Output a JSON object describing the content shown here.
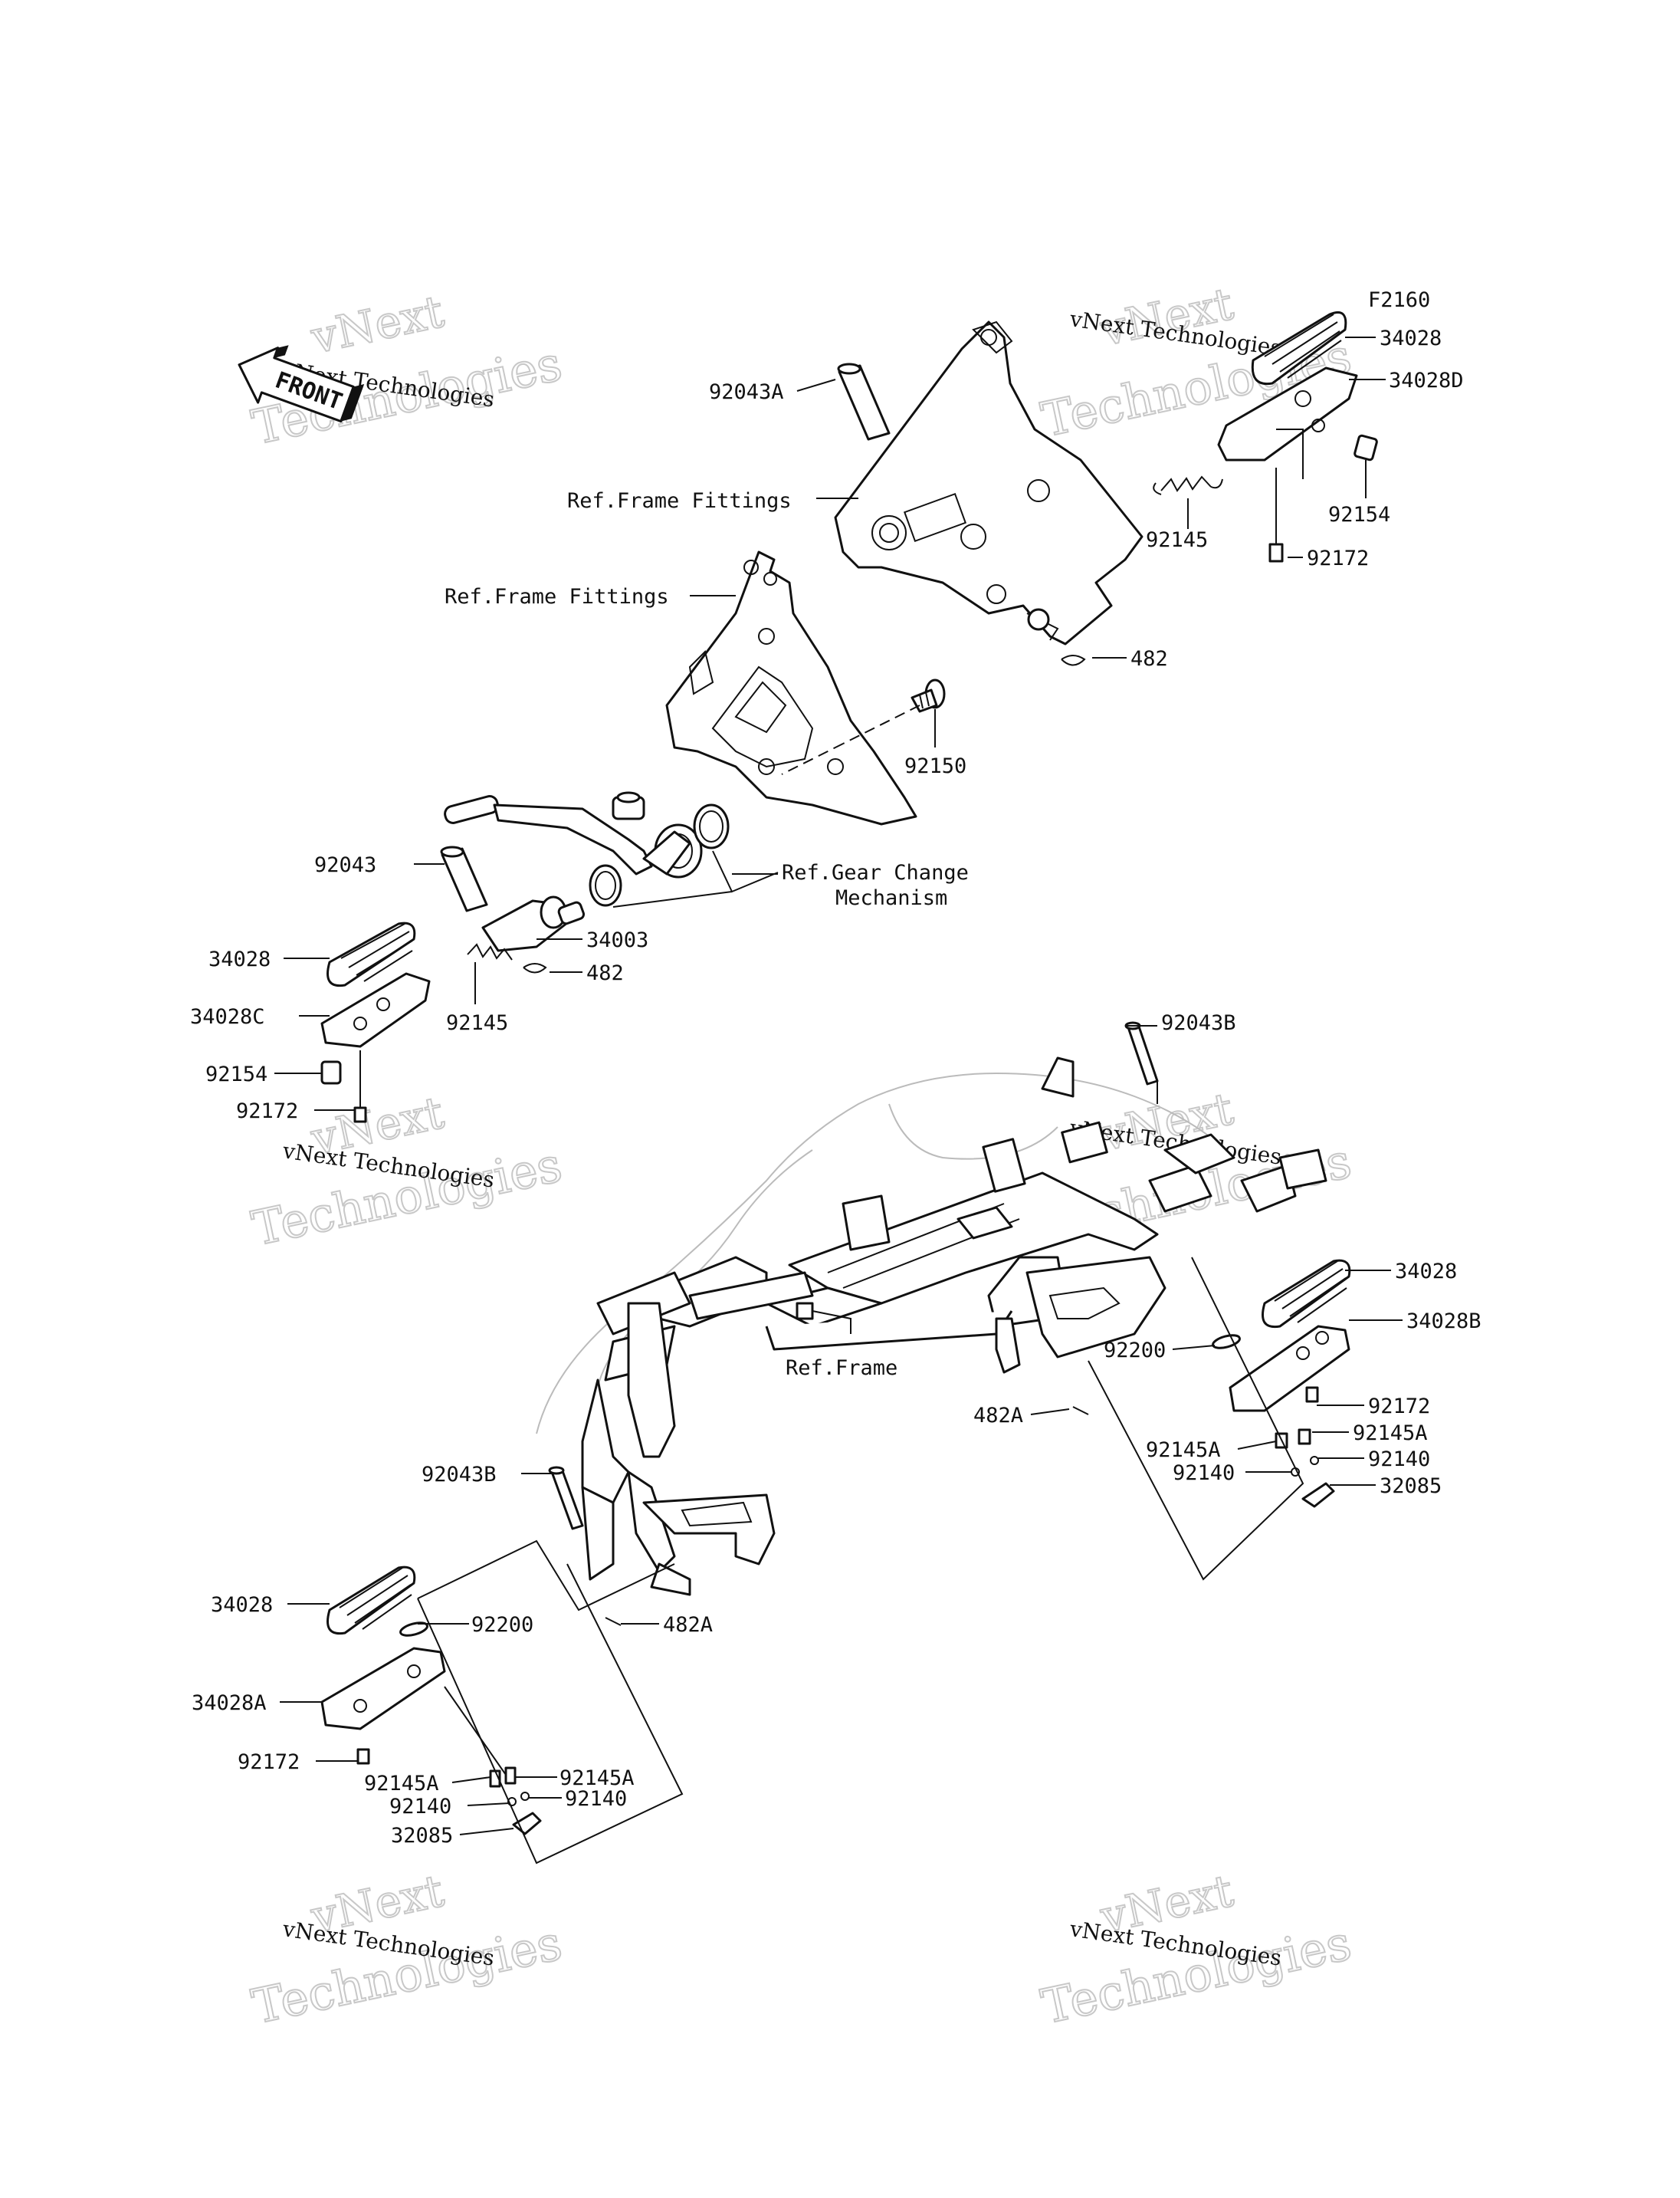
{
  "diagram_code": "F2160",
  "front_badge": "FRONT",
  "watermark": {
    "line1": "vNext",
    "line2": "Technologies",
    "caption": "vNext Technologies"
  },
  "refs": {
    "frame_fittings": "Ref.Frame Fittings",
    "gear_change_line1": "Ref.Gear Change",
    "gear_change_line2": "Mechanism",
    "frame": "Ref.Frame"
  },
  "labels": {
    "p34028": "34028",
    "p34028A": "34028A",
    "p34028B": "34028B",
    "p34028C": "34028C",
    "p34028D": "34028D",
    "p34003": "34003",
    "p32085": "32085",
    "p92043": "92043",
    "p92043A": "92043A",
    "p92043B": "92043B",
    "p92145": "92145",
    "p92145A": "92145A",
    "p92140": "92140",
    "p92154": "92154",
    "p92172": "92172",
    "p92150": "92150",
    "p92200": "92200",
    "p482": "482",
    "p482A": "482A"
  }
}
